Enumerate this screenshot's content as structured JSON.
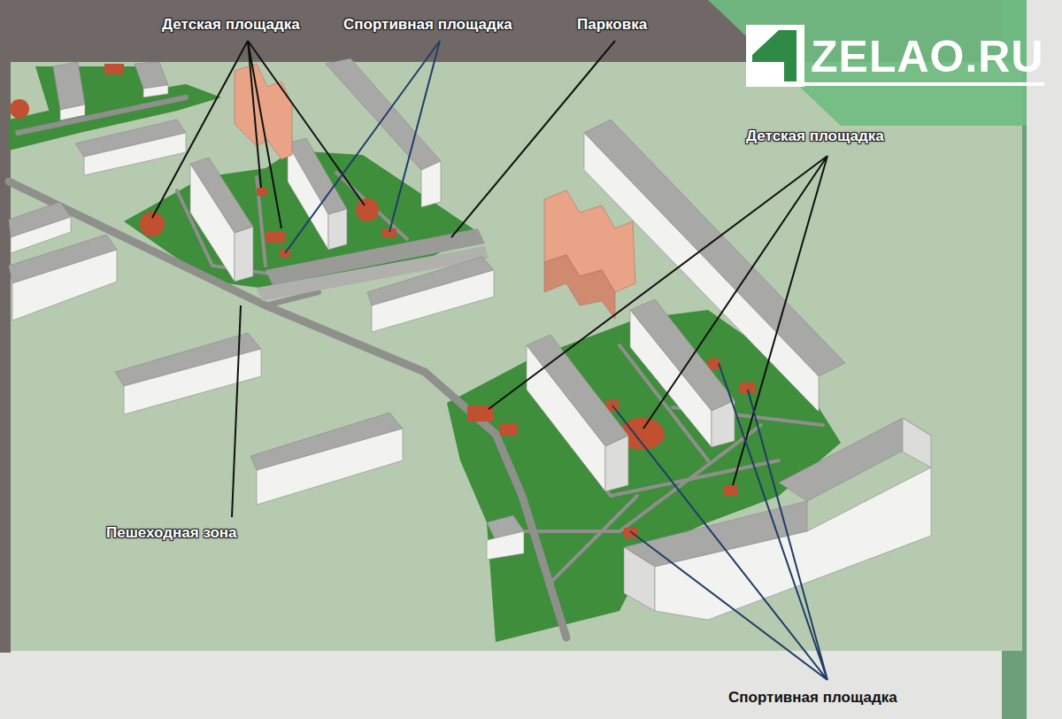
{
  "diagram": {
    "labels": [
      "Детская площадка",
      "Спортивная площадка",
      "Парковка",
      "ZELAO.RU",
      "Детская площадка",
      "Пешеходная зона",
      "Спортивная площадка"
    ]
  }
}
